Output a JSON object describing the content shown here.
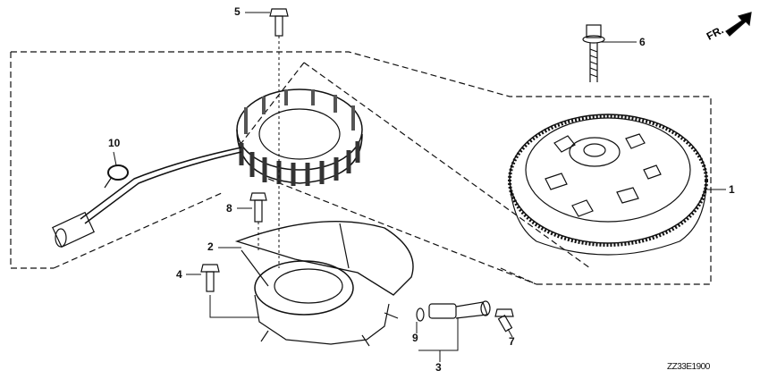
{
  "diagram": {
    "direction_label": "FR.",
    "drawing_code": "ZZ33E1900",
    "callouts": [
      "1",
      "2",
      "3",
      "4",
      "5",
      "6",
      "7",
      "8",
      "9",
      "10"
    ],
    "parts": {
      "1": "flywheel",
      "2": "stator-base-plate",
      "3": "pulse-sensor",
      "4": "bolt",
      "5": "bolt",
      "6": "flywheel-bolt",
      "7": "bolt",
      "8": "bolt",
      "9": "o-ring",
      "10": "wire-clamp"
    }
  }
}
